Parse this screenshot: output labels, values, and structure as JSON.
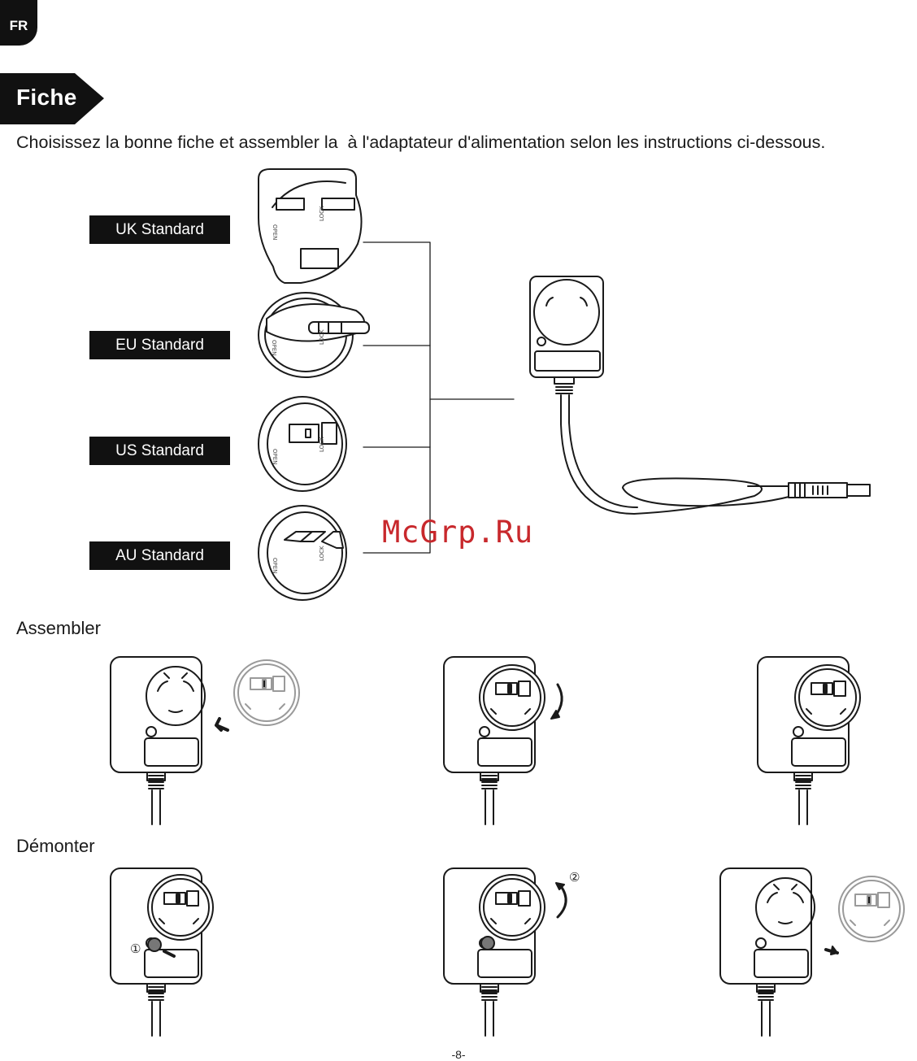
{
  "page": {
    "language_tab": "FR",
    "section_title": "Fiche",
    "intro_text": "Choisissez la bonne fiche et assembler la  à l'adaptateur d'alimentation selon les instructions ci-dessous.",
    "page_number": "-8-"
  },
  "standards": [
    {
      "label": "UK Standard"
    },
    {
      "label": "EU Standard"
    },
    {
      "label": "US Standard"
    },
    {
      "label": "AU Standard"
    }
  ],
  "plug_markings": {
    "open": "OPEN",
    "lock": "LOCK"
  },
  "assemble": {
    "heading": "Assembler"
  },
  "disassemble": {
    "heading": "Démonter",
    "step1_marker": "①",
    "step2_marker": "②"
  },
  "watermark": "McGrp.Ru",
  "colors": {
    "ink": "#1a1a1a",
    "label_bg": "#111111",
    "watermark": "#c8282c",
    "faded": "#9a9a9a"
  }
}
